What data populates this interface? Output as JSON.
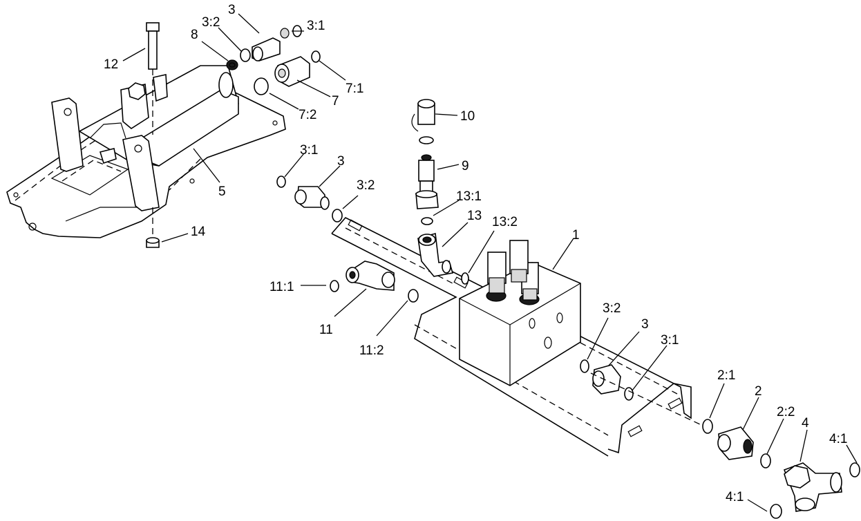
{
  "diagram": {
    "callouts": [
      {
        "id": "c-3-top",
        "text": "3"
      },
      {
        "id": "c-3-2-top",
        "text": "3:2"
      },
      {
        "id": "c-3-1-top",
        "text": "3:1"
      },
      {
        "id": "c-8",
        "text": "8"
      },
      {
        "id": "c-12",
        "text": "12"
      },
      {
        "id": "c-7-1",
        "text": "7:1"
      },
      {
        "id": "c-7",
        "text": "7"
      },
      {
        "id": "c-7-2",
        "text": "7:2"
      },
      {
        "id": "c-5",
        "text": "5"
      },
      {
        "id": "c-14",
        "text": "14"
      },
      {
        "id": "c-10",
        "text": "10"
      },
      {
        "id": "c-9",
        "text": "9"
      },
      {
        "id": "c-3-1-mid",
        "text": "3:1"
      },
      {
        "id": "c-3-mid",
        "text": "3"
      },
      {
        "id": "c-3-2-mid",
        "text": "3:2"
      },
      {
        "id": "c-13-1",
        "text": "13:1"
      },
      {
        "id": "c-13",
        "text": "13"
      },
      {
        "id": "c-13-2",
        "text": "13:2"
      },
      {
        "id": "c-1",
        "text": "1"
      },
      {
        "id": "c-11-1",
        "text": "11:1"
      },
      {
        "id": "c-11",
        "text": "11"
      },
      {
        "id": "c-11-2",
        "text": "11:2"
      },
      {
        "id": "c-3-2-right",
        "text": "3:2"
      },
      {
        "id": "c-3-right",
        "text": "3"
      },
      {
        "id": "c-3-1-right",
        "text": "3:1"
      },
      {
        "id": "c-2-1",
        "text": "2:1"
      },
      {
        "id": "c-2",
        "text": "2"
      },
      {
        "id": "c-2-2",
        "text": "2:2"
      },
      {
        "id": "c-4",
        "text": "4"
      },
      {
        "id": "c-4-1-top",
        "text": "4:1"
      },
      {
        "id": "c-4-1-bottom",
        "text": "4:1"
      }
    ]
  }
}
